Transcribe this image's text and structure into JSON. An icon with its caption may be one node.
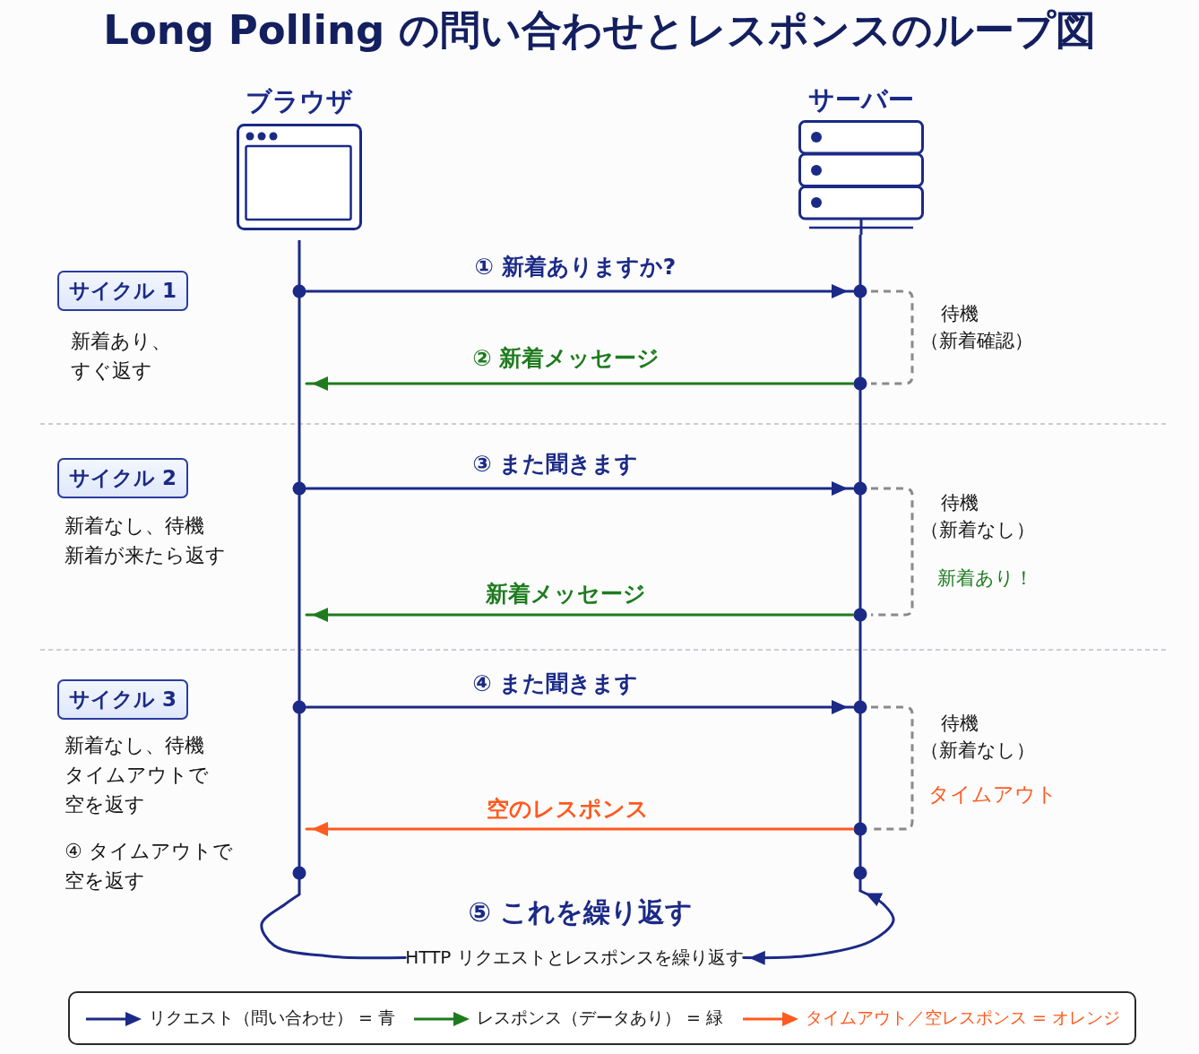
{
  "diagram": {
    "title": "Long Polling の問い合わせとレスポンスのループ図",
    "nodes": [
      {
        "text": [
          "ブラウザ"
        ]
      },
      {
        "text": [
          "サーバー"
        ]
      },
      {
        "text": [],
        "shape": "line"
      },
      {
        "text": [],
        "shape": "line"
      },
      {
        "text": [
          "サイクル 1"
        ],
        "beside": [
          "新着あり、すぐ返す"
        ]
      },
      {
        "text": [
          "サイクル 2"
        ],
        "beside": [
          "新着なし、待機",
          "新着が来たら返す"
        ]
      },
      {
        "text": [
          "サイクル 3"
        ],
        "beside": [
          "新着なし、待機",
          "タイムアウトで空を返す",
          "④ タイムアウトで空を返す"
        ]
      },
      {
        "text": [
          "HTTP リクエストとレスポンスを繰り返す"
        ]
      }
    ],
    "edges": [
      {
        "from": 2,
        "to": 3,
        "arrow": "to",
        "label": "① 新着ありますか?"
      },
      {
        "from": 3,
        "to": 2,
        "arrow": "to",
        "label": "② 新着メッセージ",
        "color": "#1e7b1e"
      },
      {
        "from": 2,
        "to": 3,
        "arrow": "to",
        "label": "③ また聞きます"
      },
      {
        "from": 3,
        "to": 2,
        "arrow": "to",
        "label": "新着メッセージ",
        "color": "#1e7b1e"
      },
      {
        "from": 2,
        "to": 3,
        "arrow": "to",
        "label": "④ また聞きます"
      },
      {
        "from": 3,
        "to": 2,
        "arrow": "to",
        "label": "空のレスポンス",
        "color": "#ff5a1f"
      },
      {
        "from": 2,
        "to": 7,
        "arrow": "none"
      },
      {
        "from": 7,
        "to": 3,
        "arrow": "both"
      }
    ],
    "labels": [
      "待機",
      "（新着確認）",
      "待機",
      "（新着なし）",
      "新着あり！",
      "待機",
      "（新着なし）",
      "タイムアウト",
      "⑤ これを繰り返す"
    ],
    "legend": [
      {
        "text": "リクエスト（問い合わせ） = 青"
      },
      {
        "text": "レスポンス（データあり） = 緑"
      },
      {
        "text": "タイムアウト／空レスポンス = オレンジ"
      }
    ]
  }
}
